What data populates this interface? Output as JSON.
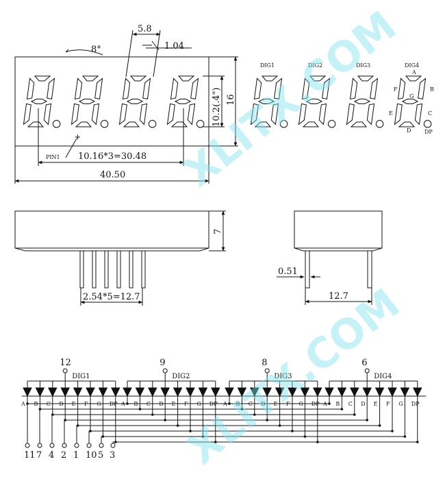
{
  "dimensions": {
    "slant_angle": "8°",
    "digit_height": "10.2(.4\")",
    "total_height": "16",
    "digit_width": "5.8",
    "segment_width": "1.04",
    "pin1": "PIN1",
    "digit_pitch": "10.16*3=30.48",
    "total_width": "40.50",
    "depth": "7",
    "pin_pitch": "2.54*5=12.7",
    "pin_diameter": "0.51",
    "row_spacing": "12.7"
  },
  "digit_labels": [
    "DIG1",
    "DIG2",
    "DIG3",
    "DIG4"
  ],
  "segment_letters": {
    "a": "A",
    "b": "B",
    "c": "C",
    "d": "D",
    "e": "E",
    "f": "F",
    "g": "G",
    "dp": "DP"
  },
  "common_pins": [
    "12",
    "9",
    "8",
    "6"
  ],
  "anode_labels": [
    "A",
    "B",
    "C",
    "D",
    "E",
    "F",
    "G",
    "DP"
  ],
  "bottom_pins": [
    "11",
    "7",
    "4",
    "2",
    "1",
    "10",
    "5",
    "3"
  ],
  "watermark": "XLITX.COM",
  "colors": {
    "line": "#111111",
    "watermark": "#7fe3ec"
  }
}
